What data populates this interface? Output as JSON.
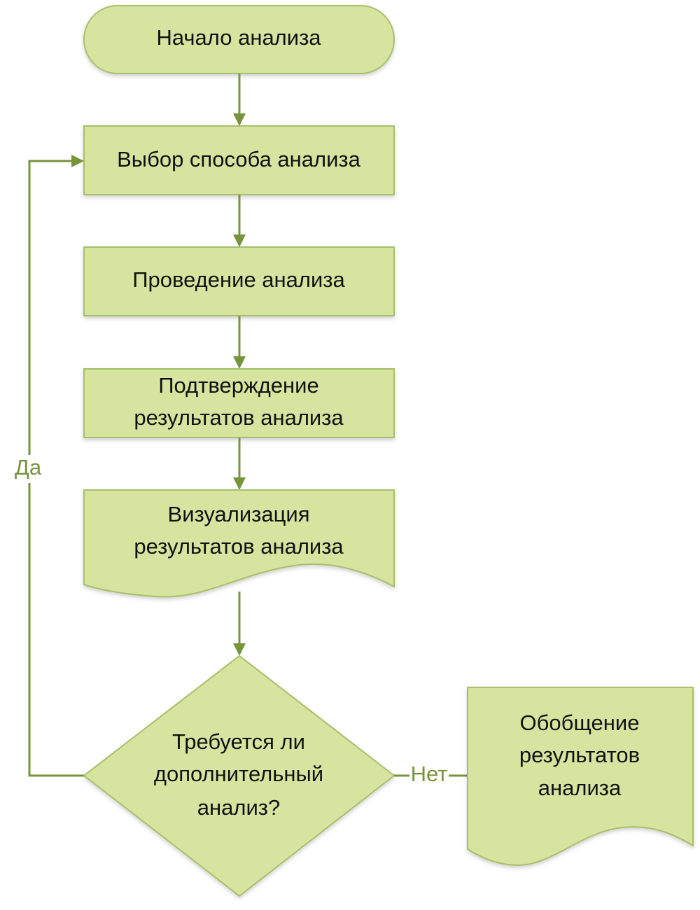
{
  "nodes": {
    "start": "Начало анализа",
    "choose": "Выбор способа анализа",
    "perform": "Проведение анализа",
    "confirm": [
      "Подтверждение",
      "результатов анализа"
    ],
    "visualize": [
      "Визуализация",
      "результатов анализа"
    ],
    "decision": [
      "Требуется ли",
      "дополнительный",
      "анализ?"
    ],
    "summary": [
      "Обобщение",
      "результатов",
      "анализа"
    ]
  },
  "edges": {
    "yes": "Да",
    "no": "Нет"
  },
  "colors": {
    "fill": "#d7e4a0",
    "border": "#a7bf6a",
    "connector": "#77933c"
  }
}
